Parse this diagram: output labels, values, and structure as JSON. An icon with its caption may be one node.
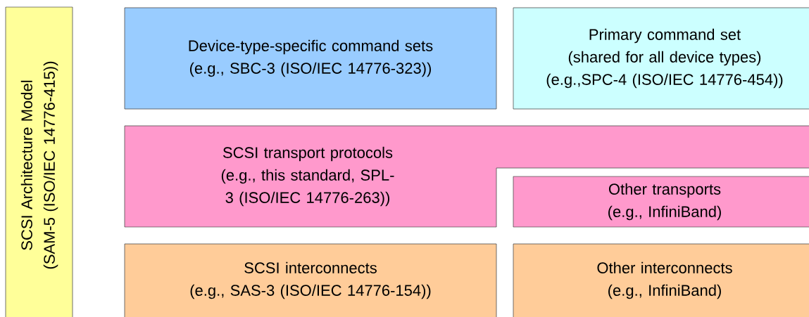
{
  "diagram": {
    "nodes": [
      {
        "text": [
          "SCSI Architecture Model",
          "(SAM-5 (ISO/IEC 14776-415))"
        ]
      },
      {
        "text": [
          "Device-type-specific command sets (e.g., SBC-3 (ISO/IEC 14776-323))"
        ]
      },
      {
        "text": [
          "Primary command set",
          "(shared for all device types) (e.g.,SPC-4 (ISO/IEC 14776-454))"
        ]
      },
      {
        "text": [
          "SCSI transport protocols",
          "(e.g., this standard, SPL-3 (ISO/IEC 14776-263))"
        ]
      },
      {
        "text": [
          "Other transports",
          "(e.g., InfiniBand)"
        ]
      },
      {
        "text": [
          "SCSI interconnects",
          "(e.g., SAS-3 (ISO/IEC 14776-154))"
        ]
      },
      {
        "text": [
          "Other interconnects",
          "(e.g., InfiniBand)"
        ]
      }
    ]
  }
}
